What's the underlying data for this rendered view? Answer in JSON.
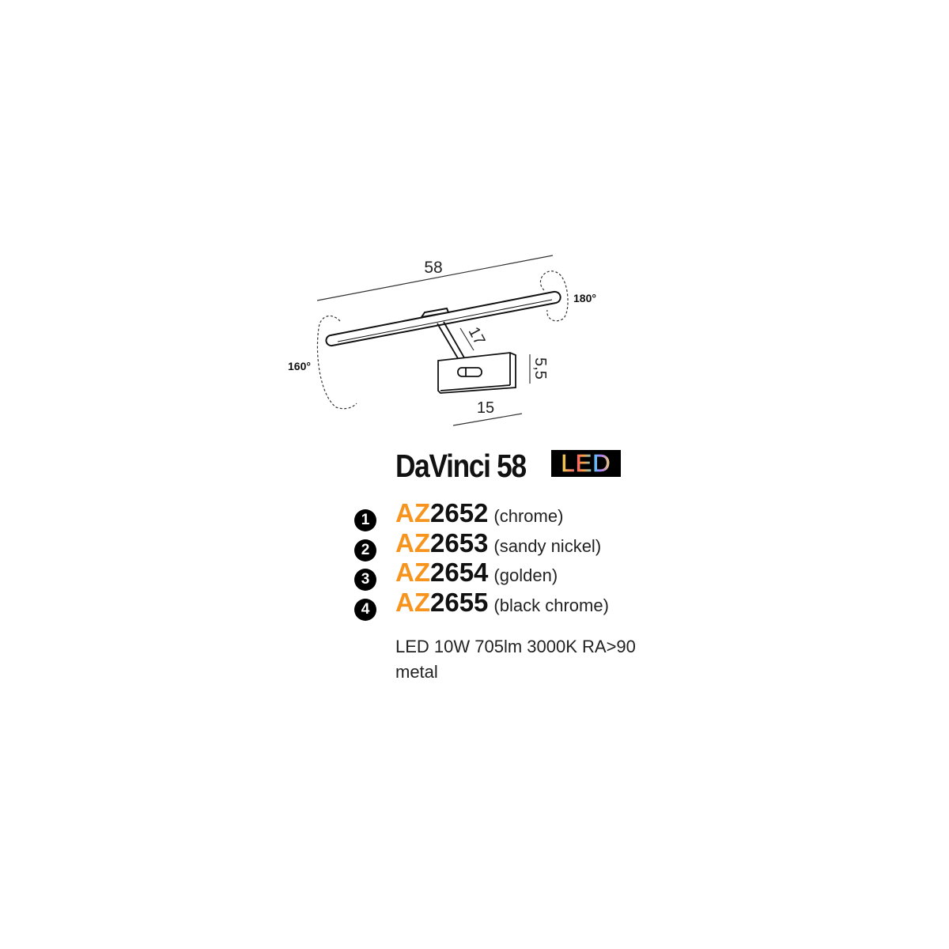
{
  "diagram": {
    "dim_length": "58",
    "dim_arm": "17",
    "dim_base_height": "5,5",
    "dim_base_width": "15",
    "rotation_right": "180°",
    "rotation_left": "160°"
  },
  "product": {
    "name": "DaVinci 58",
    "badge": "LED",
    "accent_color": "#f7941d",
    "variants": [
      {
        "index": "1",
        "prefix": "AZ",
        "number": "2652",
        "finish": "(chrome)"
      },
      {
        "index": "2",
        "prefix": "AZ",
        "number": "2653",
        "finish": "(sandy nickel)"
      },
      {
        "index": "3",
        "prefix": "AZ",
        "number": "2654",
        "finish": "(golden)"
      },
      {
        "index": "4",
        "prefix": "AZ",
        "number": "2655",
        "finish": "(black chrome)"
      }
    ],
    "specs": [
      "LED 10W 705lm 3000K RA>90",
      "metal"
    ]
  }
}
